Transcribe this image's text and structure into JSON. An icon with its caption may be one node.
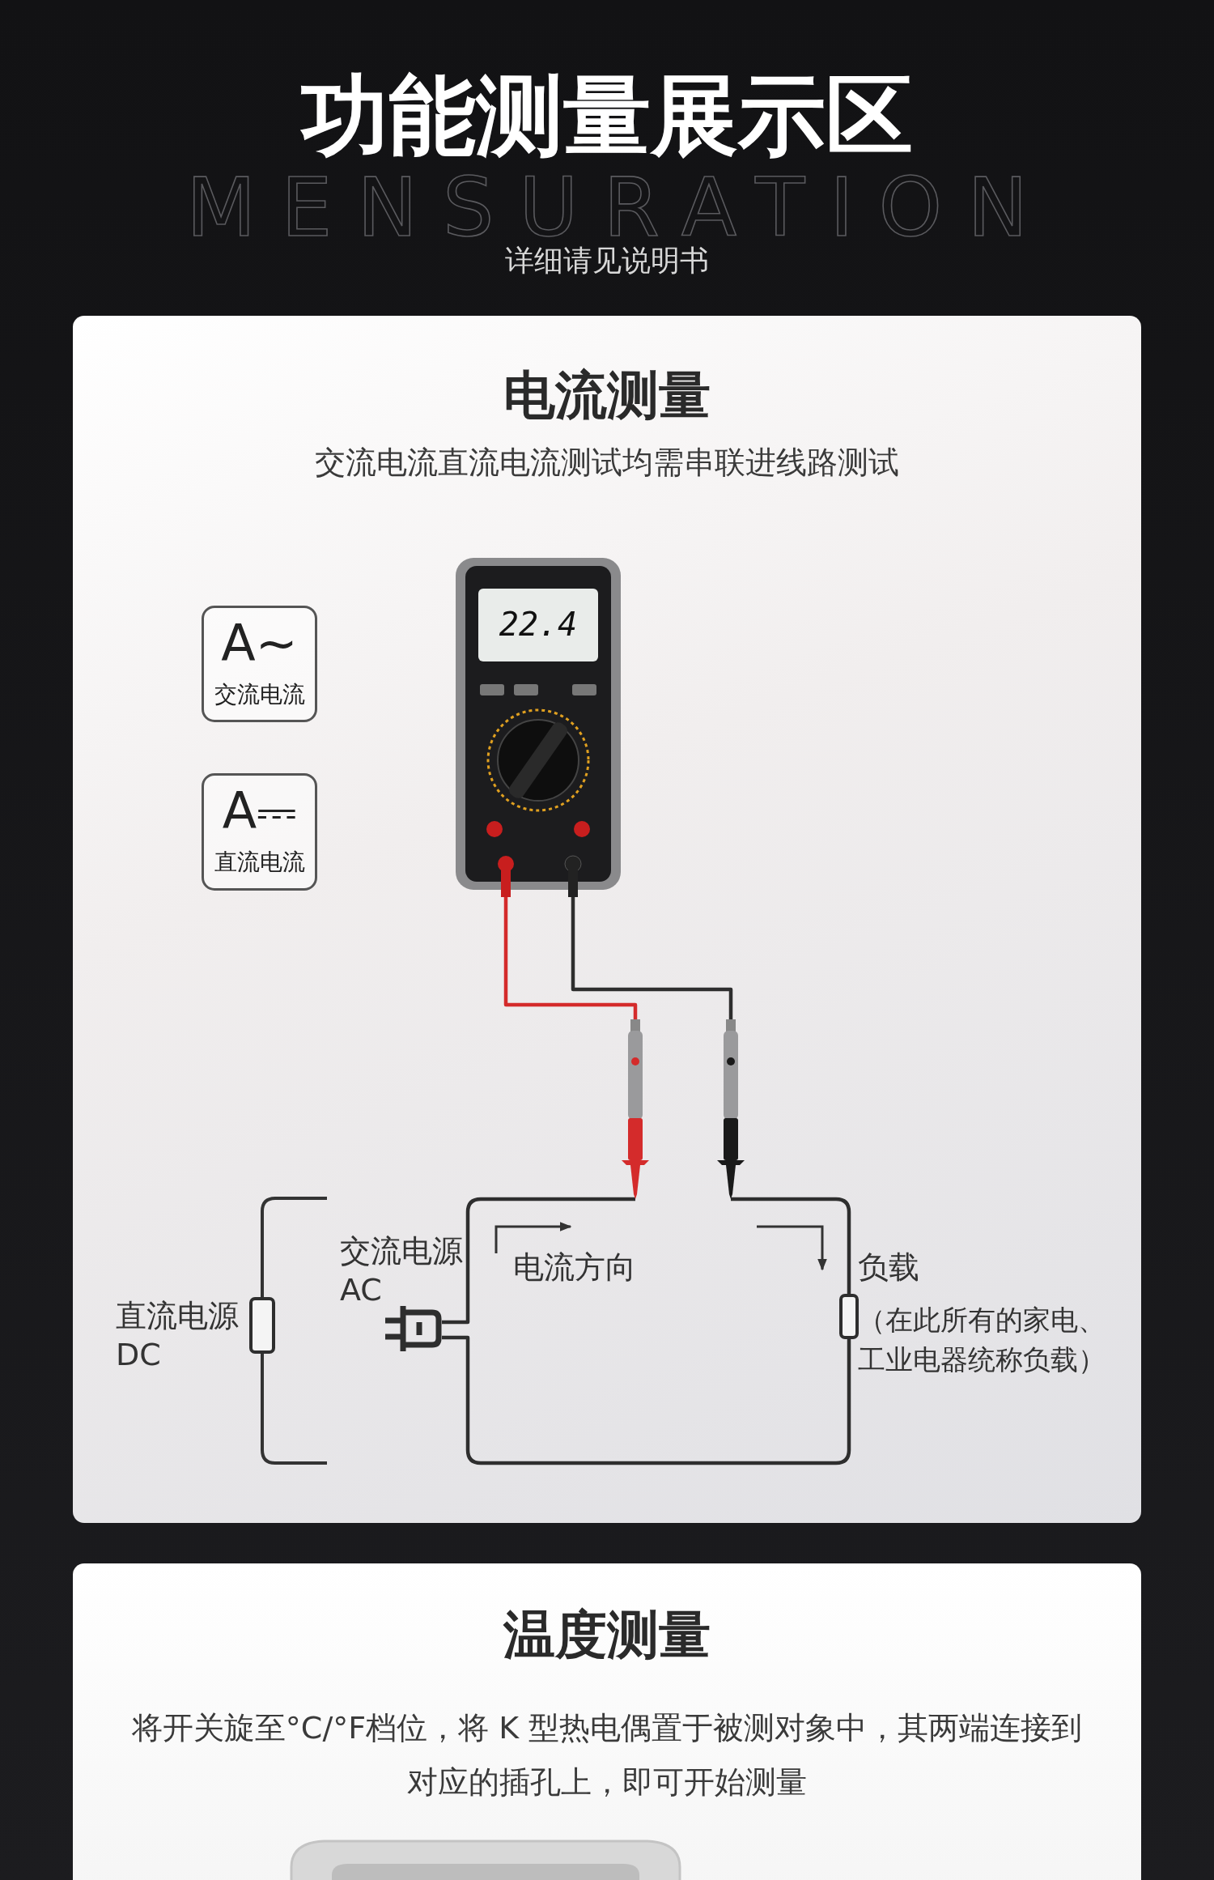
{
  "diagram": {
    "title": "功能测量展示区",
    "nodes": [
      {
        "text": [
          "电流测量",
          "交流电流直流电流测试均需串联进线路测试"
        ]
      },
      {
        "text": [
          "A~",
          "交流电流"
        ],
        "in": 0
      },
      {
        "text": [
          "A⎓",
          "直流电流"
        ],
        "in": 0
      },
      {
        "text": [
          "22.4"
        ],
        "in": 0
      },
      {
        "text": [],
        "shape": "picture",
        "in": 0
      },
      {
        "text": [],
        "shape": "picture",
        "in": 0
      },
      {
        "text": [],
        "shape": "picture",
        "in": 0,
        "beside": [
          "交流电源 AC"
        ]
      },
      {
        "text": [],
        "shape": "box",
        "in": 0,
        "beside": [
          "直流电源 DC"
        ]
      },
      {
        "text": [],
        "shape": "box",
        "in": 0,
        "beside": [
          "负载",
          "（在此所有的家电、工业电器统称负载）"
        ]
      },
      {
        "text": [
          "温度测量",
          "将开关旋至°C/°F档位，将 K 型热电偶置于被测对象中，其两端连接到对应的插孔上，即可开始测量"
        ]
      }
    ],
    "edges": [
      {
        "from": 3,
        "to": 4,
        "arrow": "none",
        "color": "#d42b2b"
      },
      {
        "from": 3,
        "to": 5,
        "arrow": "none"
      },
      {
        "from": 6,
        "to": 4,
        "arrow": "none"
      },
      {
        "from": 5,
        "to": 8,
        "arrow": "none"
      },
      {
        "from": 8,
        "to": 6,
        "arrow": "none"
      }
    ],
    "labels": [
      "MENSURATION",
      "详细请见说明书",
      "电流方向"
    ]
  }
}
